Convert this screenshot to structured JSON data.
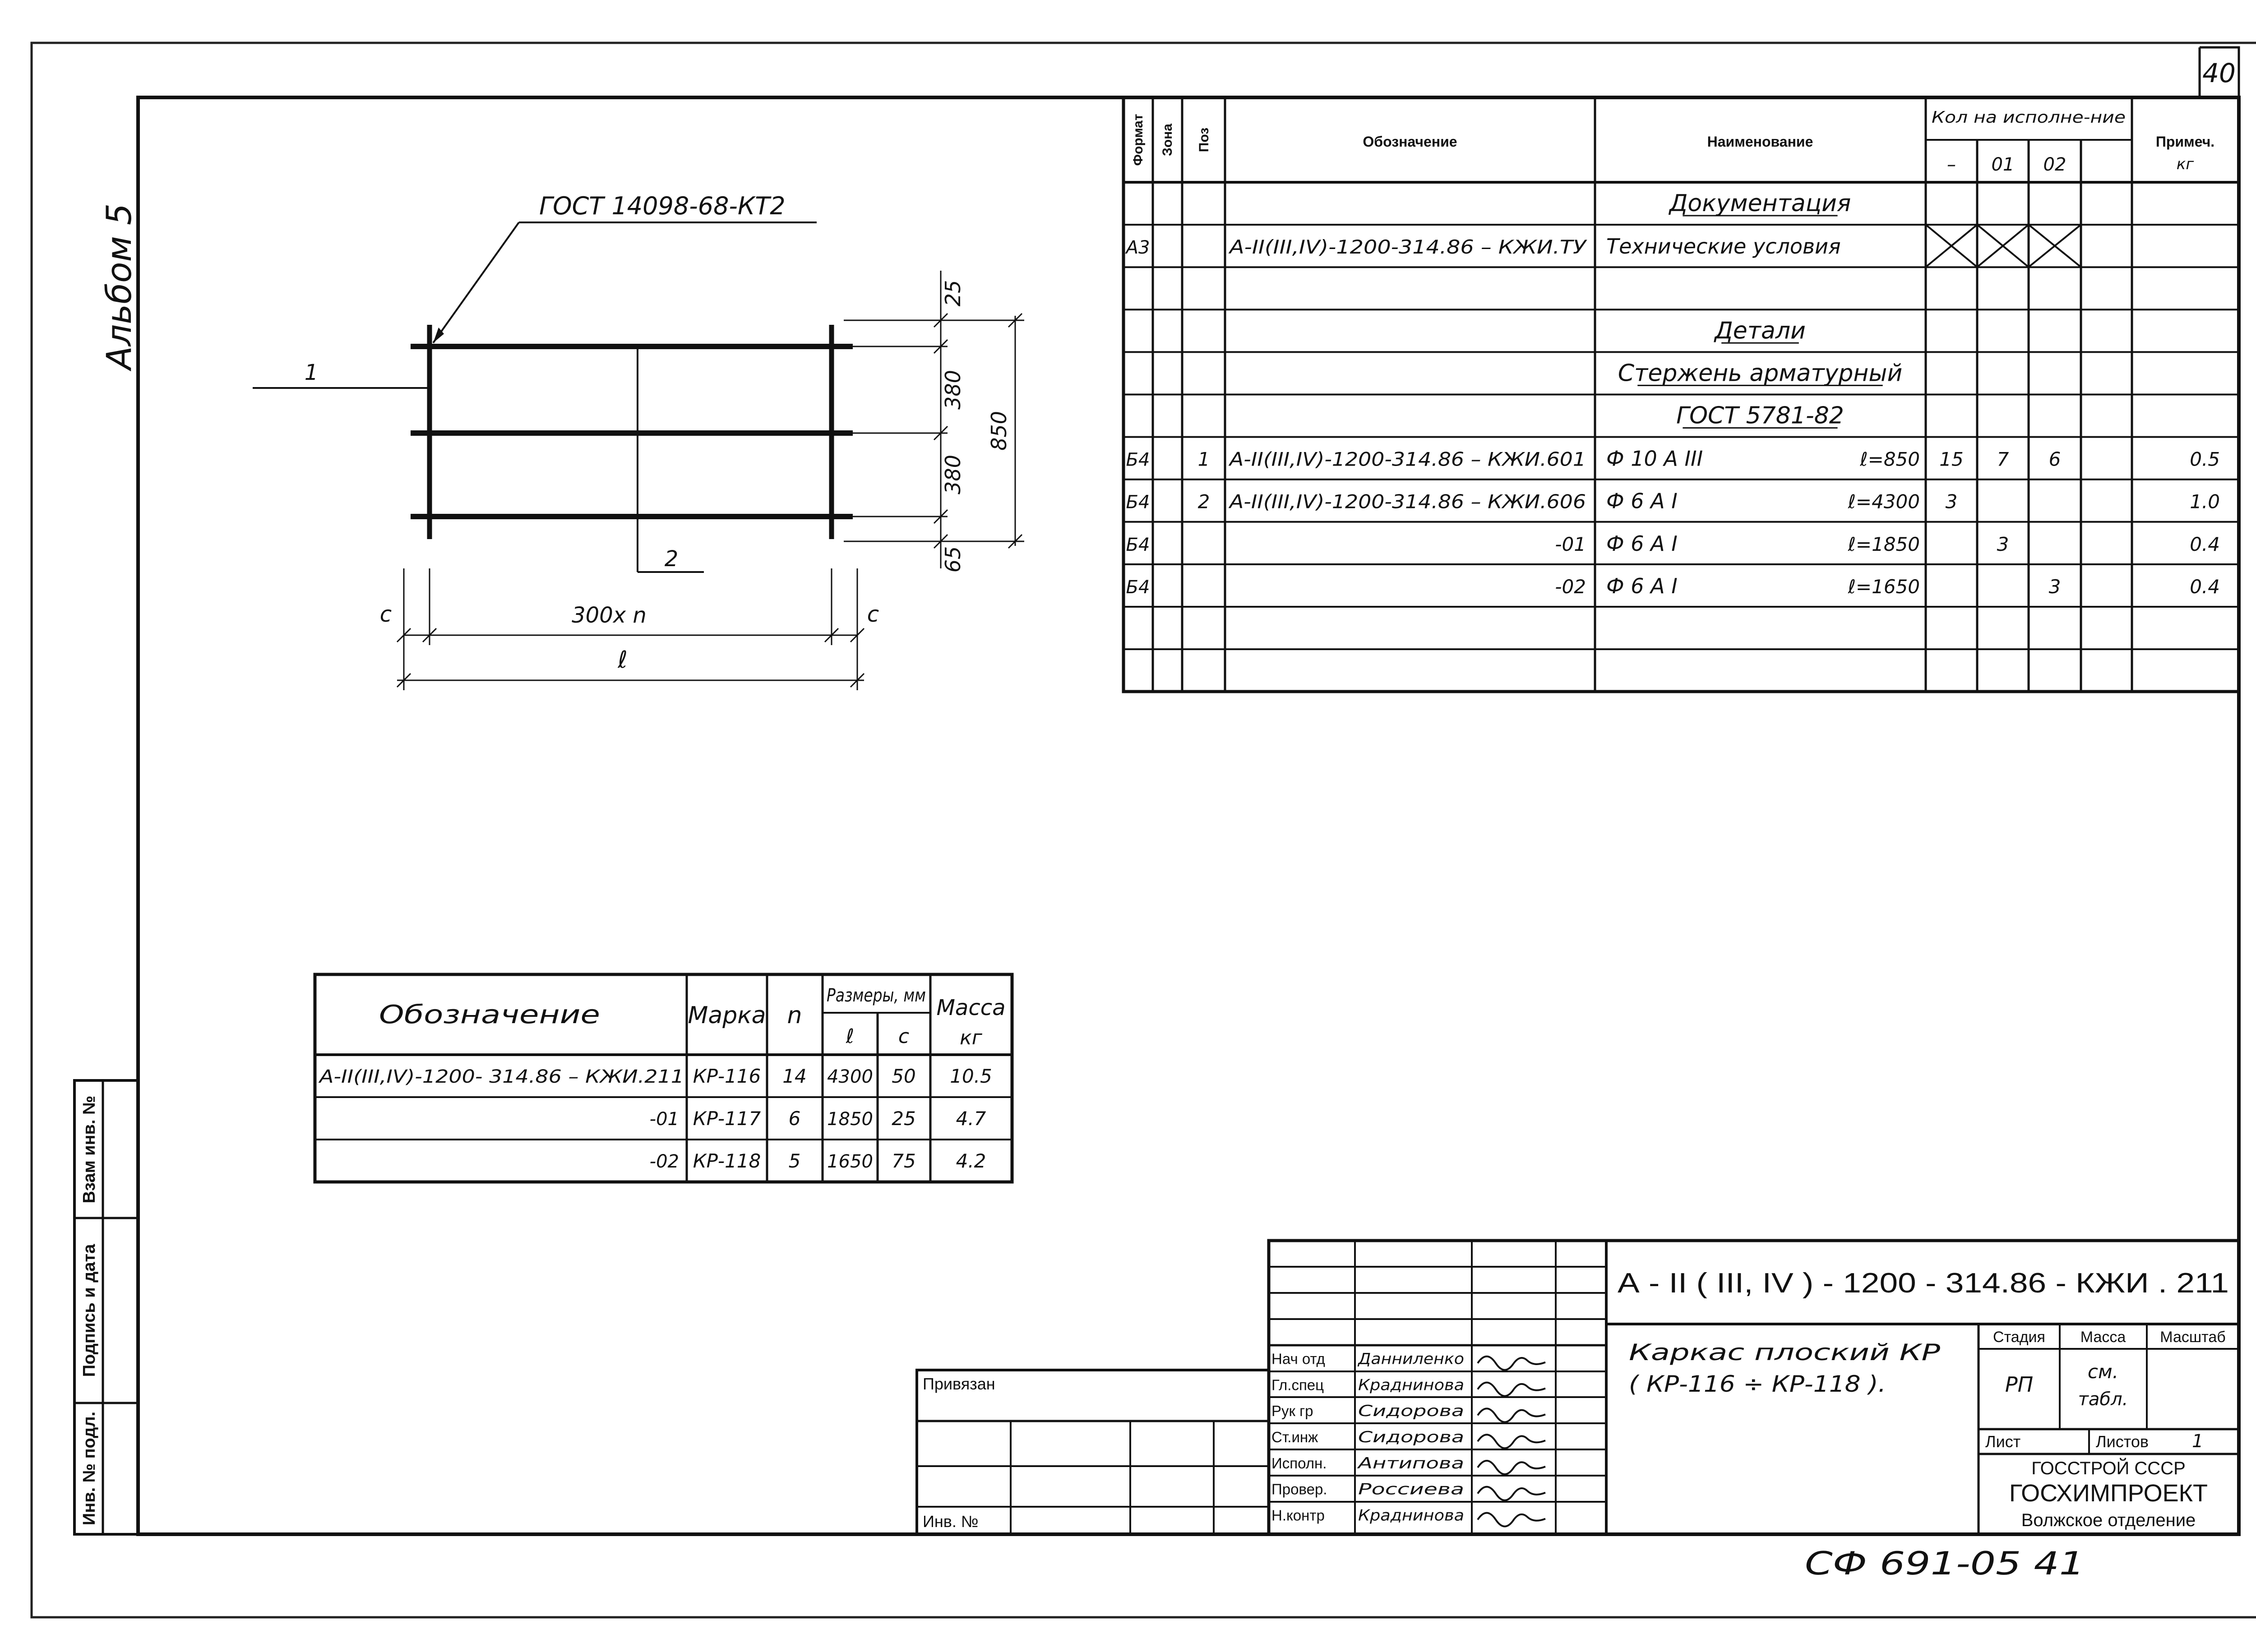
{
  "page_number": "40",
  "album_label": "Альбом 5",
  "sidebar_labels": {
    "vzam_inv": "Взам инв. №",
    "podpis_data": "Подпись и дата",
    "inv_podl": "Инв. № подл."
  },
  "sketch": {
    "gost_callout": "ГОСТ 14098-68-КТ2",
    "pos1": "1",
    "pos2": "2",
    "dim_25": "25",
    "dim_380_top": "380",
    "dim_380_bottom": "380",
    "dim_65": "65",
    "dim_850": "850",
    "dim_c_left": "с",
    "dim_c_right": "с",
    "dim_300n": "300х n",
    "dim_l": "ℓ"
  },
  "spec": {
    "headers": {
      "format": "Формат",
      "zone": "Зона",
      "pos": "Поз",
      "designation": "Обозначение",
      "name": "Наименование",
      "qty": "Кол на исполне-ние",
      "qty_cols": [
        "–",
        "01",
        "02"
      ],
      "note": "Примеч.",
      "note_unit": "кг"
    },
    "rows": [
      {
        "format": "",
        "pos": "",
        "designation": "",
        "name": "Документация",
        "l": "",
        "q0": "",
        "q1": "",
        "q2": "",
        "note": ""
      },
      {
        "format": "А3",
        "pos": "",
        "designation": "А-II(III,IV)-1200-314.86 – КЖИ.ТУ",
        "name": "Технические условия",
        "l": "",
        "q0": "",
        "q1": "",
        "q2": "",
        "note": ""
      },
      {
        "format": "",
        "pos": "",
        "designation": "",
        "name": "",
        "l": "",
        "q0": "",
        "q1": "",
        "q2": "",
        "note": ""
      },
      {
        "format": "",
        "pos": "",
        "designation": "",
        "name": "Детали",
        "l": "",
        "q0": "",
        "q1": "",
        "q2": "",
        "note": ""
      },
      {
        "format": "",
        "pos": "",
        "designation": "",
        "name": "Стержень арматурный",
        "l": "",
        "q0": "",
        "q1": "",
        "q2": "",
        "note": ""
      },
      {
        "format": "",
        "pos": "",
        "designation": "",
        "name": "ГОСТ 5781-82",
        "l": "",
        "q0": "",
        "q1": "",
        "q2": "",
        "note": ""
      },
      {
        "format": "Б4",
        "pos": "1",
        "designation": "А-II(III,IV)-1200-314.86 – КЖИ.601",
        "name": "Ф 10 А III",
        "l": "ℓ=850",
        "q0": "15",
        "q1": "7",
        "q2": "6",
        "note": "0.5"
      },
      {
        "format": "Б4",
        "pos": "2",
        "designation": "А-II(III,IV)-1200-314.86 – КЖИ.606",
        "name": "Ф 6 А I",
        "l": "ℓ=4300",
        "q0": "3",
        "q1": "",
        "q2": "",
        "note": "1.0"
      },
      {
        "format": "Б4",
        "pos": "",
        "designation": "-01",
        "name": "Ф 6 А I",
        "l": "ℓ=1850",
        "q0": "",
        "q1": "3",
        "q2": "",
        "note": "0.4"
      },
      {
        "format": "Б4",
        "pos": "",
        "designation": "-02",
        "name": "Ф 6 А I",
        "l": "ℓ=1650",
        "q0": "",
        "q1": "",
        "q2": "3",
        "note": "0.4"
      },
      {
        "format": "",
        "pos": "",
        "designation": "",
        "name": "",
        "l": "",
        "q0": "",
        "q1": "",
        "q2": "",
        "note": ""
      },
      {
        "format": "",
        "pos": "",
        "designation": "",
        "name": "",
        "l": "",
        "q0": "",
        "q1": "",
        "q2": "",
        "note": ""
      }
    ]
  },
  "mark_table": {
    "headers": {
      "designation": "Обозначение",
      "mark": "Марка",
      "n": "n",
      "sizes": "Размеры, мм",
      "l": "ℓ",
      "c": "с",
      "mass": "Масса",
      "mass_unit": "кг"
    },
    "rows": [
      {
        "designation": "А-II(III,IV)-1200- 314.86 – КЖИ.211",
        "mark": "КР-116",
        "n": "14",
        "l": "4300",
        "c": "50",
        "mass": "10.5"
      },
      {
        "designation": "-01",
        "mark": "КР-117",
        "n": "6",
        "l": "1850",
        "c": "25",
        "mass": "4.7"
      },
      {
        "designation": "-02",
        "mark": "КР-118",
        "n": "5",
        "l": "1650",
        "c": "75",
        "mass": "4.2"
      }
    ]
  },
  "title_block": {
    "code": "А - II ( III, IV ) - 1200 - 314.86 - КЖИ . 211",
    "title_line1": "Каркас плоский КР",
    "title_line2": "( КР-116 ÷ КР-118 ).",
    "stage_label": "Стадия",
    "mass_label": "Масса",
    "scale_label": "Масштаб",
    "stage": "РП",
    "mass_line1": "см.",
    "mass_line2": "табл.",
    "sheet_label": "Лист",
    "sheets_label": "Листов",
    "sheets": "1",
    "org1": "ГОССТРОЙ СССР",
    "org2": "ГОСХИМПРОЕКТ",
    "org3": "Волжское отделение",
    "privyazan": "Привязан",
    "inv_no": "Инв. №",
    "roles": [
      {
        "role": "Нач отд",
        "name": "Данниленко"
      },
      {
        "role": "Гл.спец",
        "name": "Краднинова"
      },
      {
        "role": "Рук гр",
        "name": "Сидорова"
      },
      {
        "role": "Ст.инж",
        "name": "Сидорова"
      },
      {
        "role": "Исполн.",
        "name": "Антипова"
      },
      {
        "role": "Провер.",
        "name": "Россиева"
      },
      {
        "role": "Н.контр",
        "name": "Краднинова"
      }
    ]
  },
  "footer_code": "СФ 691-05 41"
}
